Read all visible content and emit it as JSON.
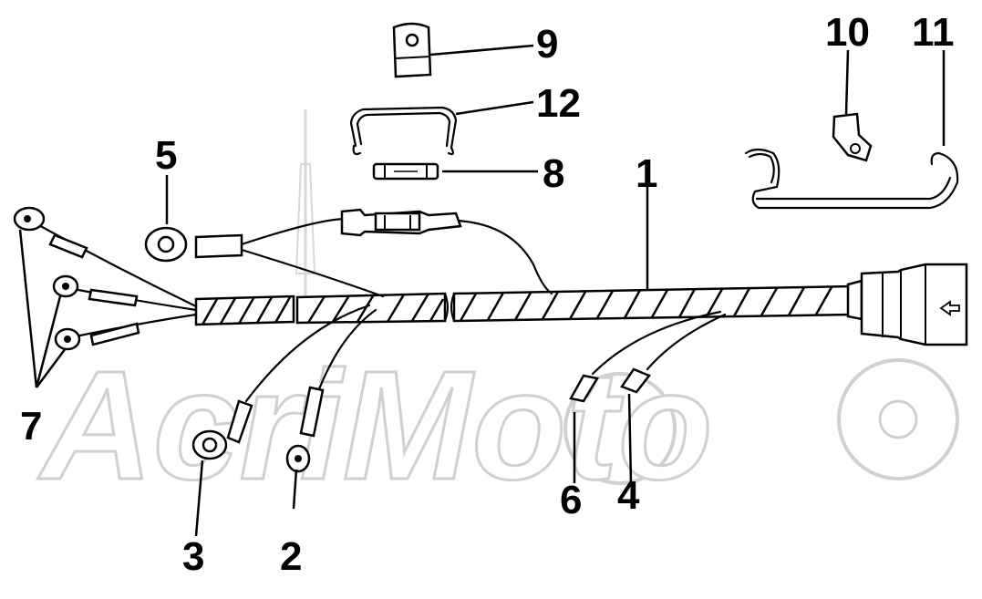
{
  "watermark": {
    "text": "AcriMoto"
  },
  "callouts": {
    "c1": "1",
    "c2": "2",
    "c3": "3",
    "c4": "4",
    "c5": "5",
    "c6": "6",
    "c7": "7",
    "c8": "8",
    "c9": "9",
    "c10": "10",
    "c11": "11",
    "c12": "12"
  },
  "colors": {
    "ink": "#000000",
    "paper": "#ffffff",
    "watermark_outline": "#d0d0d0"
  }
}
